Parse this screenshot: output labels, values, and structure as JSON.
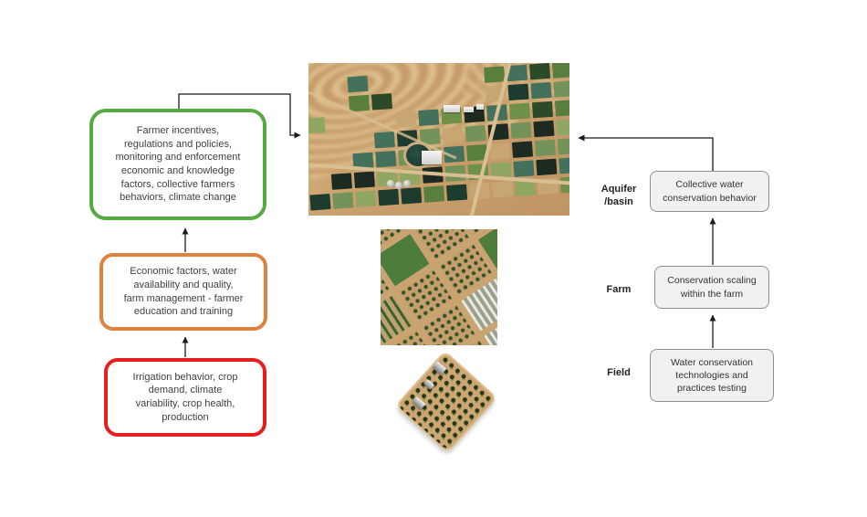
{
  "palette": {
    "policy_border": "#55aa40",
    "farm_border": "#e0813e",
    "field_border": "#e81f1f",
    "level_box_bg": "#f1f1f1",
    "level_box_border": "#8f8f8f",
    "connector": "#1b1b1b",
    "box_text": "#3f3f3f",
    "label_text": "#222222",
    "desert_tan": "#c9a06c",
    "field_greens": [
      "#3f6b35",
      "#2c4a28",
      "#587f3e",
      "#6f9048",
      "#1e3b30",
      "#74935a",
      "#43715c",
      "#8fa763",
      "#1c2a22"
    ]
  },
  "left_boxes": [
    {
      "id": "policy",
      "text": "Farmer incentives,\nregulations and policies,\nmonitoring and enforcement\neconomic and knowledge\nfactors, collective farmers\nbehaviors, climate change"
    },
    {
      "id": "farm",
      "text": "Economic factors, water\navailability and quality,\nfarm management - farmer\neducation and training"
    },
    {
      "id": "field",
      "text": "Irrigation behavior, crop\ndemand, climate\nvariability, crop health,\nproduction"
    }
  ],
  "scale_levels": [
    {
      "label": "Aquifer\n/basin",
      "box_text": "Collective water\nconservation behavior"
    },
    {
      "label": "Farm",
      "box_text": "Conservation scaling\nwithin the farm"
    },
    {
      "label": "Field",
      "box_text": "Water conservation\ntechnologies and\npractices testing"
    }
  ],
  "images": {
    "basin": "basin-aerial-photo",
    "farm": "farm-aerial-photo",
    "field": "field-orchard-photo"
  }
}
